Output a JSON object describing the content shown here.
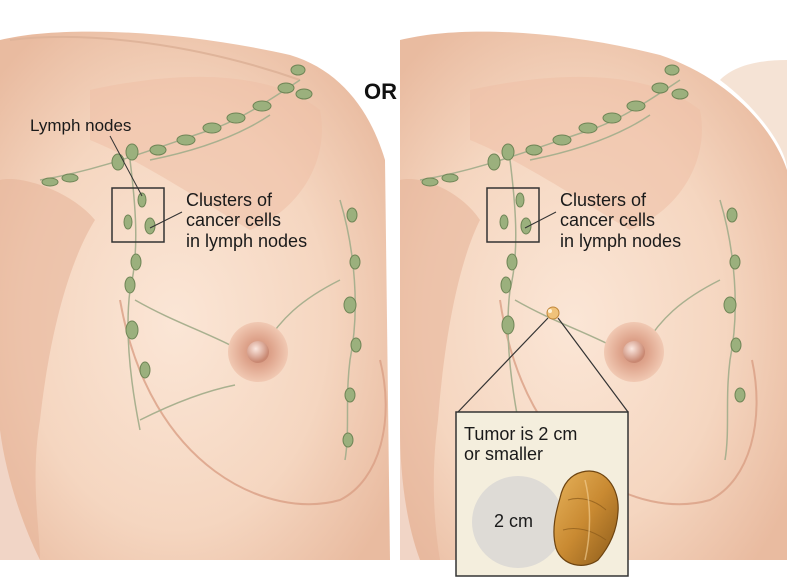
{
  "labels": {
    "or": "OR",
    "lymph_nodes": "Lymph nodes",
    "clusters_left": [
      "Clusters of",
      "cancer cells",
      "in lymph nodes"
    ],
    "clusters_right": [
      "Clusters of",
      "cancer cells",
      "in lymph nodes"
    ],
    "tumor_size": [
      "Tumor is 2 cm",
      "or smaller"
    ],
    "reference_size": "2 cm"
  },
  "colors": {
    "skin": "#f6d9c4",
    "skin_shadow": "#e7b79c",
    "lymph_node": "#9bb07d",
    "lymph_vessel": "#a9b08f",
    "areola": "#e2aa8f",
    "tumor": "#f0c27a",
    "peanut": "#c58b33",
    "inset_bg": "#f4eedd",
    "circle": "#dedbd6"
  }
}
